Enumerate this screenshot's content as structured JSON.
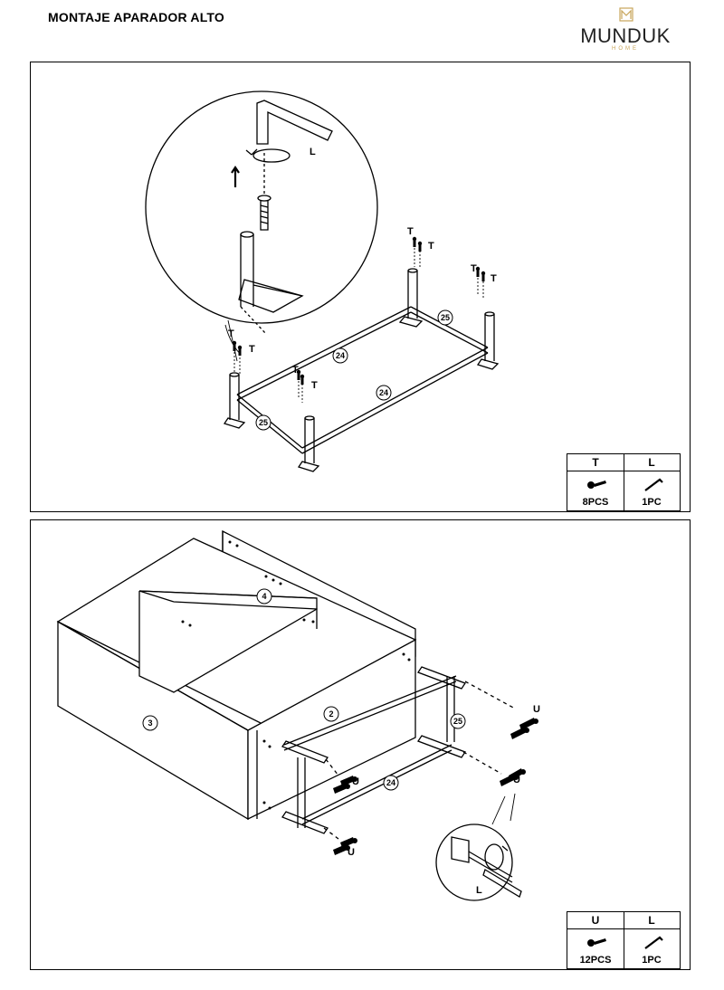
{
  "document": {
    "title": "MONTAJE APARADOR ALTO",
    "brand": {
      "name": "MUNDUK",
      "tagline": "HOME",
      "accent": "#c8a55a"
    }
  },
  "step1": {
    "part_labels": [
      "24",
      "24",
      "25",
      "25"
    ],
    "callout_letters": {
      "tool": "L",
      "screw": "T"
    },
    "legend": [
      {
        "code": "T",
        "qty": "8PCS",
        "icon": "screw-icon"
      },
      {
        "code": "L",
        "qty": "1PC",
        "icon": "allen-key-icon"
      }
    ]
  },
  "step2": {
    "part_labels": [
      "4",
      "3",
      "2",
      "25",
      "24"
    ],
    "callout_letters": {
      "tool": "L",
      "screw": "U"
    },
    "legend": [
      {
        "code": "U",
        "qty": "12PCS",
        "icon": "screw-icon"
      },
      {
        "code": "L",
        "qty": "1PC",
        "icon": "allen-key-icon"
      }
    ]
  }
}
